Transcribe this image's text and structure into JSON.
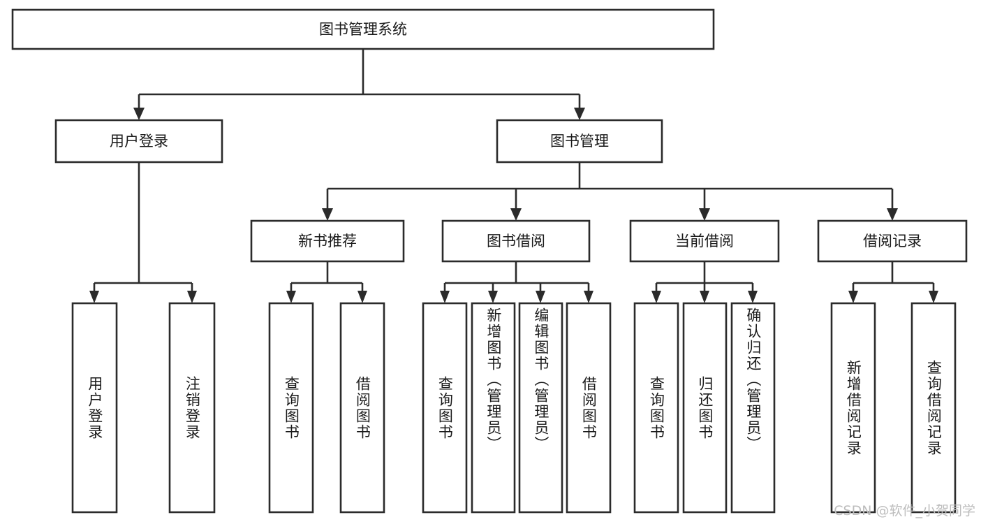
{
  "diagram": {
    "title": "图书管理系统",
    "type": "tree",
    "orientation": "top-down",
    "colors": {
      "box_fill": "#ffffff",
      "box_stroke": "#2b2b2b",
      "text": "#1a1a1a",
      "background": "#ffffff",
      "watermark": "#bdbdbd"
    },
    "root": {
      "label": "图书管理系统",
      "text_direction": "horizontal"
    },
    "level2": [
      {
        "label": "用户登录",
        "text_direction": "horizontal"
      },
      {
        "label": "图书管理",
        "text_direction": "horizontal"
      }
    ],
    "level3": [
      {
        "label": "新书推荐",
        "text_direction": "horizontal"
      },
      {
        "label": "图书借阅",
        "text_direction": "horizontal"
      },
      {
        "label": "当前借阅",
        "text_direction": "horizontal"
      },
      {
        "label": "借阅记录",
        "text_direction": "horizontal"
      }
    ],
    "leaves": {
      "user_login": [
        {
          "label": "用户登录",
          "text_direction": "vertical"
        },
        {
          "label": "注销登录",
          "text_direction": "vertical"
        }
      ],
      "new_book_recommend": [
        {
          "label": "查询图书",
          "text_direction": "vertical"
        },
        {
          "label": "借阅图书",
          "text_direction": "vertical"
        }
      ],
      "book_borrow": [
        {
          "label": "查询图书",
          "text_direction": "vertical"
        },
        {
          "label": "新增图书（管理员）",
          "text_direction": "vertical"
        },
        {
          "label": "编辑图书（管理员）",
          "text_direction": "vertical"
        },
        {
          "label": "借阅图书",
          "text_direction": "vertical"
        }
      ],
      "current_borrow": [
        {
          "label": "查询图书",
          "text_direction": "vertical"
        },
        {
          "label": "归还图书",
          "text_direction": "vertical"
        },
        {
          "label": "确认归还（管理员）",
          "text_direction": "vertical"
        }
      ],
      "borrow_record": [
        {
          "label": "新增借阅记录",
          "text_direction": "vertical"
        },
        {
          "label": "查询借阅记录",
          "text_direction": "vertical"
        }
      ]
    },
    "watermark": "CSDN @软件_小贺同学"
  }
}
